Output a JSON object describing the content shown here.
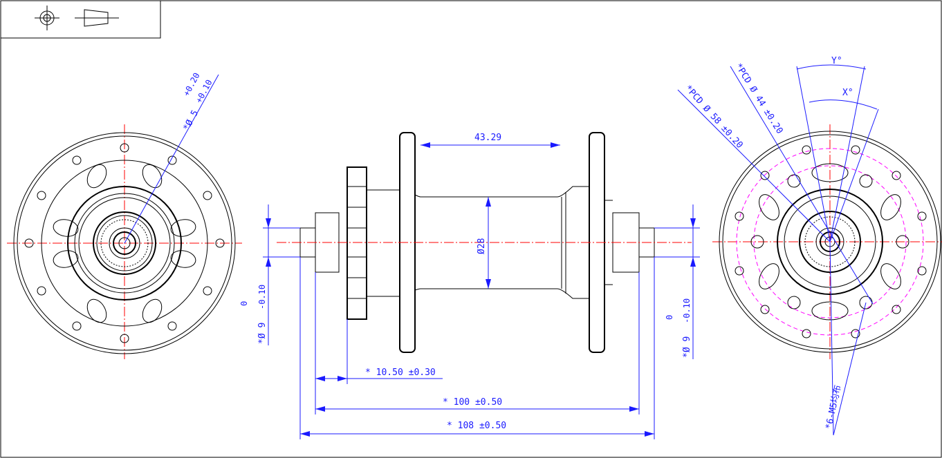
{
  "title_block": {
    "symbols": [
      "projection-target-icon",
      "projection-cone-icon"
    ]
  },
  "dimensions": {
    "hole_dia": {
      "prefix": "*Ø 5",
      "upper": "+0.20",
      "lower": "+0.10"
    },
    "left_axle_dia": {
      "prefix": "*Ø 9",
      "upper": "0",
      "lower": "-0.10"
    },
    "right_axle_dia": {
      "prefix": "*Ø 9",
      "upper": "0",
      "lower": "-0.10"
    },
    "flange_spacing": "43.29",
    "body_dia": "Ø28",
    "offset": "* 10.50 ±0.30",
    "locknut_width": "* 100 ±0.50",
    "overall_length": "* 108 ±0.50",
    "pcd_58": "*PCD Ø 58 ±0.20",
    "pcd_44": "*PCD Ø 44 ±0.20",
    "angle_y": "Y°",
    "angle_x": "X°",
    "threads": "*6-M5均布"
  },
  "colors": {
    "dimension": "#1a1aff",
    "centerline": "#ff0000",
    "pcd": "#ff00ff",
    "part": "#000000"
  }
}
